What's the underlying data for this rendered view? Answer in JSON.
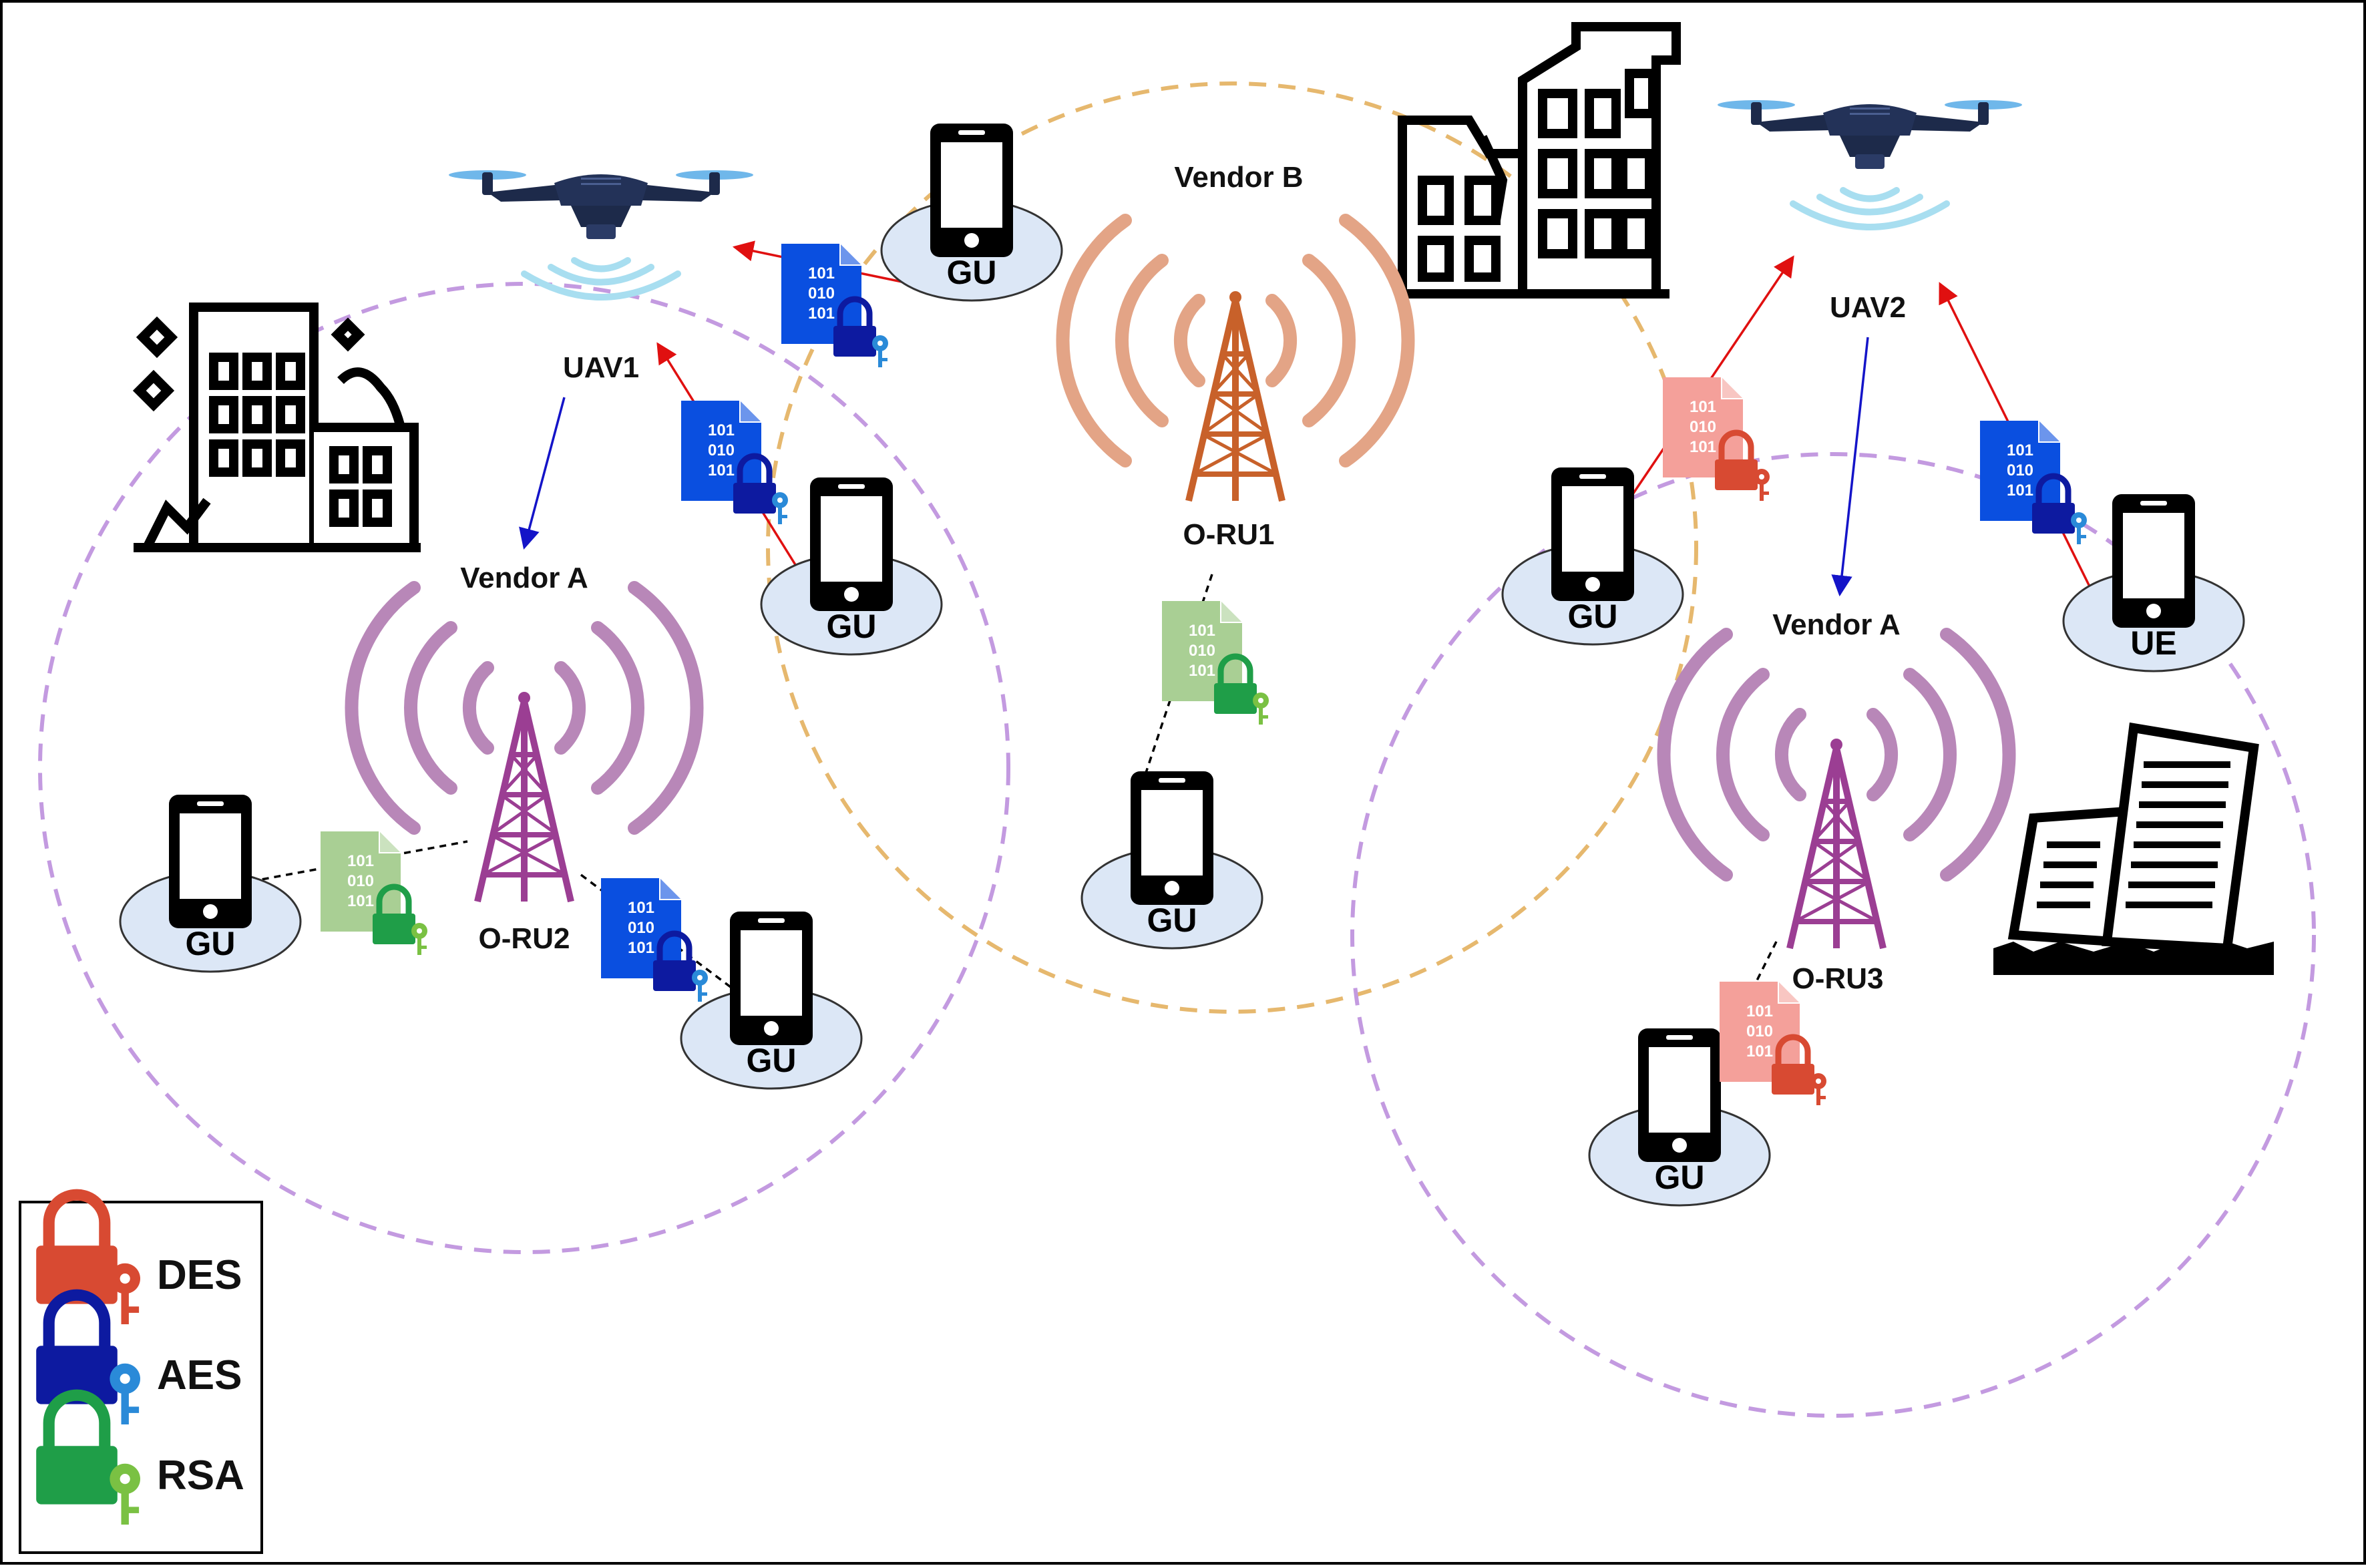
{
  "labels": {
    "uav1": "UAV1",
    "uav2": "UAV2",
    "vendor_b": "Vendor B",
    "vendor_a_left": "Vendor A",
    "vendor_a_right": "Vendor A",
    "oru1": "O-RU1",
    "oru2": "O-RU2",
    "oru3": "O-RU3"
  },
  "users": [
    {
      "label": "GU"
    },
    {
      "label": "GU"
    },
    {
      "label": "GU"
    },
    {
      "label": "GU"
    },
    {
      "label": "GU"
    },
    {
      "label": "GU"
    },
    {
      "label": "GU"
    },
    {
      "label": "UE"
    }
  ],
  "packet_bits": [
    "101",
    "010",
    "101"
  ],
  "legend": {
    "items": [
      {
        "label": "DES",
        "color": "#d84a32"
      },
      {
        "label": "AES",
        "color": "#0d1aa0"
      },
      {
        "label": "RSA",
        "color": "#1f9e48"
      }
    ]
  },
  "colors": {
    "des_doc": "#f4a09a",
    "aes_doc": "#0a4fe0",
    "rsa_doc": "#a9cf94",
    "vendor_a_tower": "#9b3e93",
    "vendor_a_waves": "#b887b8",
    "vendor_b_tower": "#c8612a",
    "vendor_b_waves": "#e3a486",
    "coverage_a": "#c39ae0",
    "coverage_b": "#e6b86e",
    "uplink_arrow": "#e01010",
    "backhaul_arrow": "#1414c8"
  }
}
